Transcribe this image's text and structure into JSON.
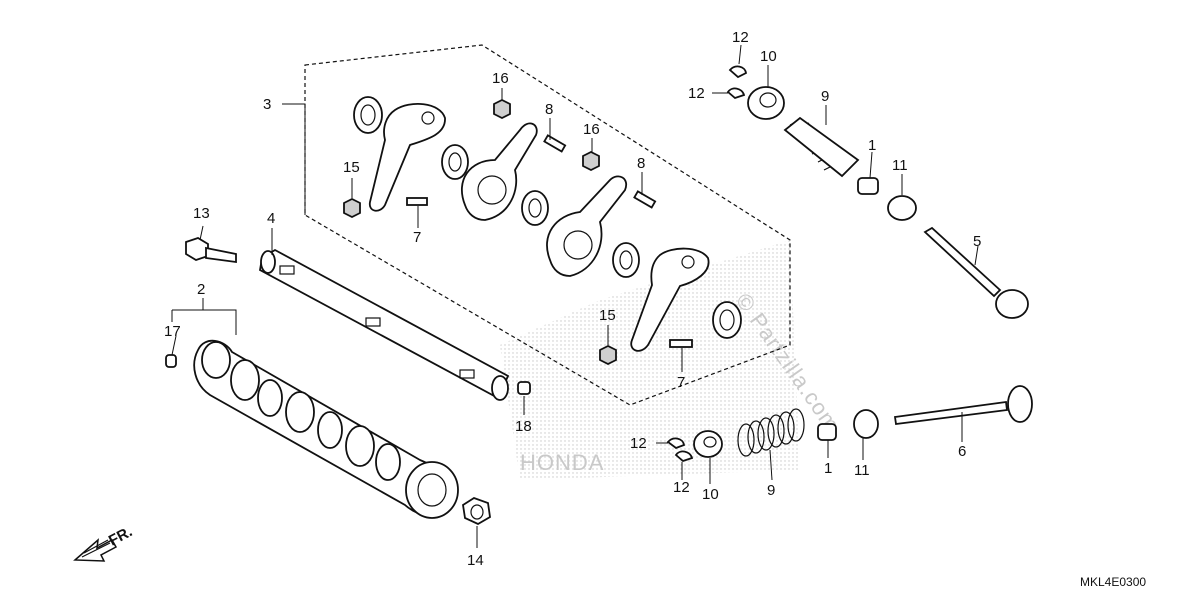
{
  "diagram": {
    "labels": [
      {
        "key": "l1a",
        "text": "1"
      },
      {
        "key": "l1b",
        "text": "1"
      },
      {
        "key": "l2",
        "text": "2"
      },
      {
        "key": "l3",
        "text": "3"
      },
      {
        "key": "l4",
        "text": "4"
      },
      {
        "key": "l5",
        "text": "5"
      },
      {
        "key": "l6",
        "text": "6"
      },
      {
        "key": "l7a",
        "text": "7"
      },
      {
        "key": "l7b",
        "text": "7"
      },
      {
        "key": "l8a",
        "text": "8"
      },
      {
        "key": "l8b",
        "text": "8"
      },
      {
        "key": "l9a",
        "text": "9"
      },
      {
        "key": "l9b",
        "text": "9"
      },
      {
        "key": "l10a",
        "text": "10"
      },
      {
        "key": "l10b",
        "text": "10"
      },
      {
        "key": "l11a",
        "text": "11"
      },
      {
        "key": "l11b",
        "text": "11"
      },
      {
        "key": "l12a",
        "text": "12"
      },
      {
        "key": "l12b",
        "text": "12"
      },
      {
        "key": "l12c",
        "text": "12"
      },
      {
        "key": "l12d",
        "text": "12"
      },
      {
        "key": "l13",
        "text": "13"
      },
      {
        "key": "l14",
        "text": "14"
      },
      {
        "key": "l15a",
        "text": "15"
      },
      {
        "key": "l15b",
        "text": "15"
      },
      {
        "key": "l16a",
        "text": "16"
      },
      {
        "key": "l16b",
        "text": "16"
      },
      {
        "key": "l17",
        "text": "17"
      },
      {
        "key": "l18",
        "text": "18"
      }
    ],
    "direction_label": "FR.",
    "diagram_code": "MKL4E0300",
    "watermark": "© Partzilla.com",
    "background_logo": "HONDA"
  }
}
